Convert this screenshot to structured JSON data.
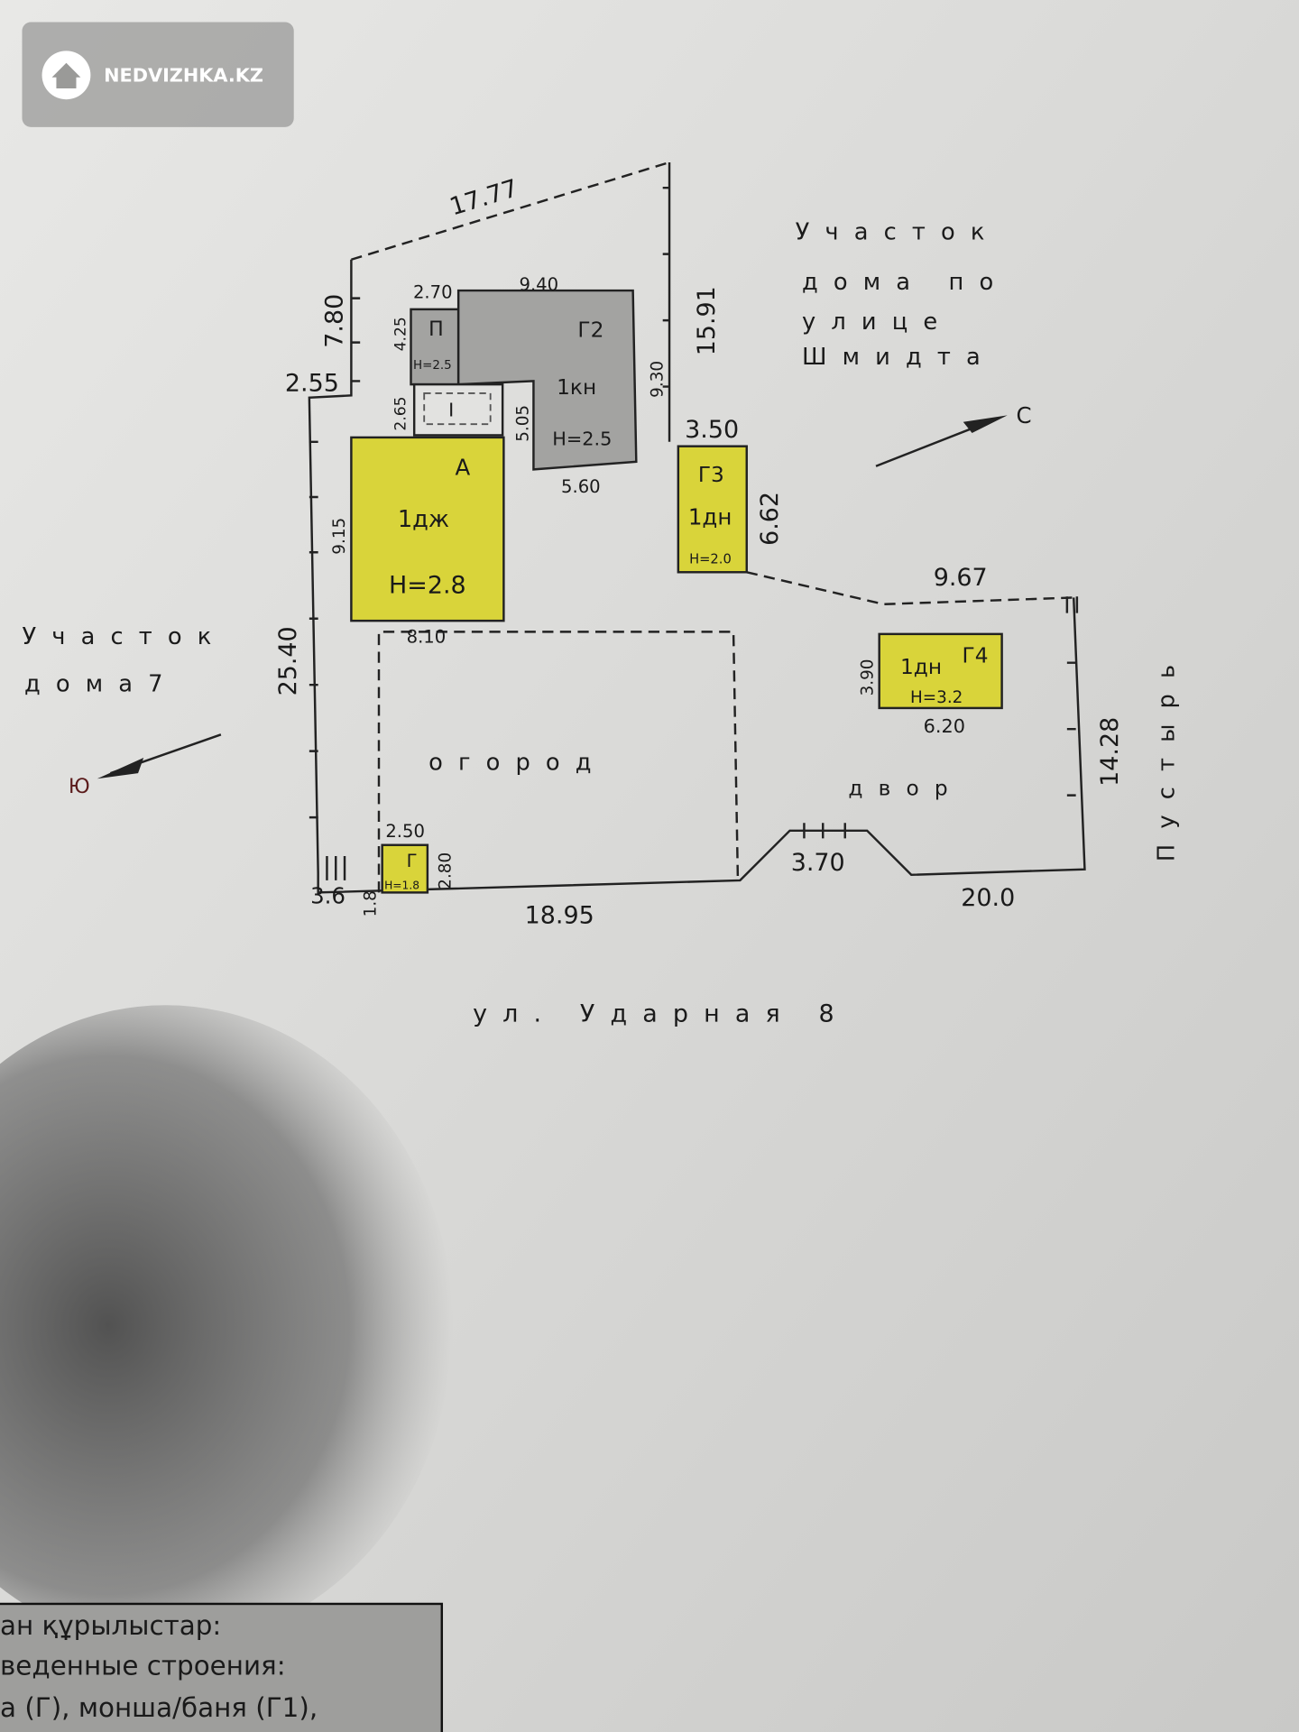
{
  "watermark": {
    "text": "NEDVIZHKA.KZ",
    "icon": "house-icon"
  },
  "dimensions": {
    "top_diag": "17.77",
    "left_top": "7.80",
    "step": "2.55",
    "left_total": "25.40",
    "p_width": "2.70",
    "g2_top": "9.40",
    "p_height": "4.25",
    "porch_h": "2.65",
    "g2_inner": "5.05",
    "g2_right": "9.30",
    "g2_bottom": "5.60",
    "right_top": "15.91",
    "g3_width": "3.50",
    "g3_height": "6.62",
    "a_height": "9.15",
    "a_width": "8.10",
    "diag_right": "9.67",
    "g4_height": "3.90",
    "g4_width": "6.20",
    "right_side": "14.28",
    "g_width": "2.50",
    "g_height": "2.80",
    "left_bottom": "3.6",
    "small": "1.8",
    "bottom_left": "18.95",
    "gate": "3.70",
    "bottom_right": "20.0"
  },
  "buildings": {
    "p": {
      "code": "П",
      "height": "H=2.5"
    },
    "g2": {
      "code": "Г2",
      "type": "1кн",
      "height": "H=2.5"
    },
    "porch": {
      "code": "I"
    },
    "a": {
      "code": "А",
      "type": "1дж",
      "height": "H=2.8"
    },
    "g3": {
      "code": "Г3",
      "type": "1дн",
      "height": "H=2.0"
    },
    "g4": {
      "code": "Г4",
      "type": "1дн",
      "height": "H=3.2"
    },
    "g": {
      "code": "Г",
      "height": "H=1.8"
    }
  },
  "labels": {
    "neighbor_right": [
      "Участок",
      "дома по",
      "улице",
      "Шмидта"
    ],
    "neighbor_left": [
      "Участок",
      "дома7"
    ],
    "north": "С",
    "south": "Ю",
    "garden": "огород",
    "yard": "двор",
    "wasteland": "Пустырь",
    "street": "ул. Ударная 8"
  },
  "legend": [
    "ан құрылыстар:",
    "веденные строения:",
    "а (Г), монша/баня (Г1),"
  ],
  "colors": {
    "yellow": "#d9d43a",
    "gray": "#a3a3a1",
    "paper": "#e4e4e2"
  }
}
